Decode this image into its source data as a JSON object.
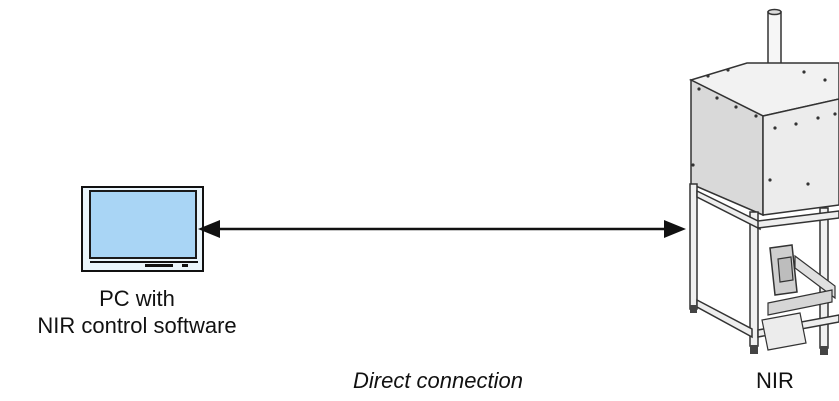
{
  "diagram": {
    "pc": {
      "label_line1": "PC with",
      "label_line2": "NIR control software",
      "icon": "monitor-icon"
    },
    "connection": {
      "label": "Direct connection",
      "style": "double-headed-arrow"
    },
    "nir": {
      "label": "NIR",
      "icon": "nir-instrument-icon"
    }
  },
  "colors": {
    "screen": "#a9d5f5",
    "screen_border": "#1a1a1a",
    "arrow": "#111111",
    "text": "#111111",
    "frame_light": "#f2f2f2",
    "frame_mid": "#d8d8d8",
    "frame_dark": "#b9b9b9"
  }
}
